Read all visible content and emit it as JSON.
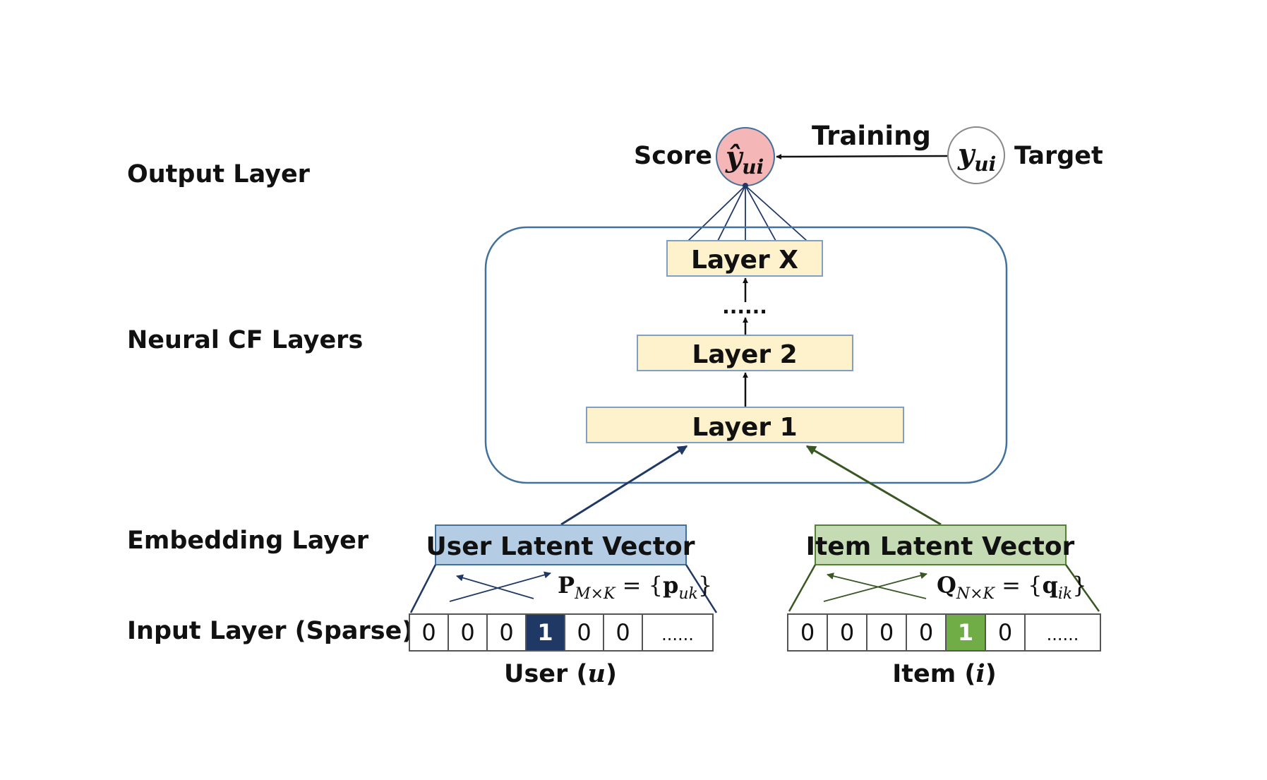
{
  "row_labels": {
    "output": "Output Layer",
    "neural": "Neural CF Layers",
    "embedding": "Embedding Layer",
    "input": "Input Layer (Sparse)"
  },
  "output": {
    "score_label": "Score",
    "training_label": "Training",
    "target_label": "Target",
    "score_symbol": "ŷ",
    "score_subscript": "ui",
    "target_symbol": "y",
    "target_subscript": "ui"
  },
  "layers": {
    "x": "Layer X",
    "ellipsis": "......",
    "two": "Layer 2",
    "one": "Layer 1"
  },
  "embedding": {
    "user_label": "User Latent Vector",
    "item_label": "Item Latent Vector",
    "user_matrix": {
      "symbol": "P",
      "dims": "M×K",
      "eq": " = {",
      "elem": "p",
      "elem_sub": "uk",
      "close": "}"
    },
    "item_matrix": {
      "symbol": "Q",
      "dims": "N×K",
      "eq": " = {",
      "elem": "q",
      "elem_sub": "ik",
      "close": "}"
    }
  },
  "input": {
    "user_cells": [
      "0",
      "0",
      "0",
      "1",
      "0",
      "0",
      "......"
    ],
    "item_cells": [
      "0",
      "0",
      "0",
      "0",
      "1",
      "0",
      "......"
    ],
    "user_active_index": 3,
    "item_active_index": 4,
    "user_caption_prefix": "User (",
    "user_caption_var": "u",
    "user_caption_suffix": ")",
    "item_caption_prefix": "Item (",
    "item_caption_var": "i",
    "item_caption_suffix": ")"
  },
  "colors": {
    "score_fill": "#f4b6b7",
    "user_box_fill": "#b4cde5",
    "item_box_fill": "#c4dbb3",
    "layer_fill": "#fdf2cc",
    "user_active_cell": "#1f3864",
    "item_active_cell": "#70ad47",
    "container_stroke": "#41719c",
    "user_arrow": "#1f3864",
    "item_arrow": "#385723"
  }
}
